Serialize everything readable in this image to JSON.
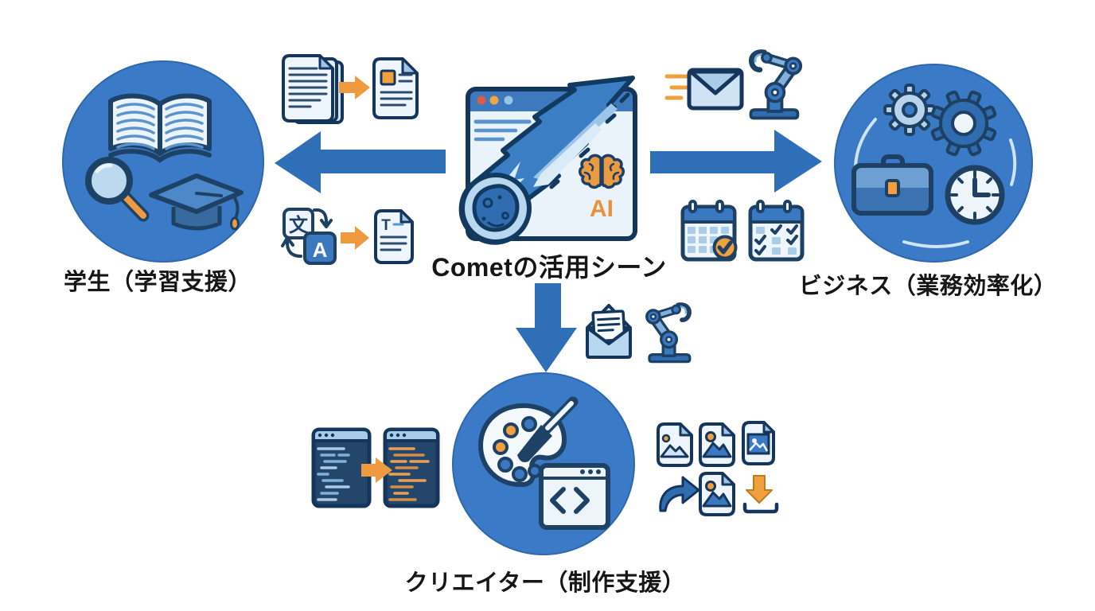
{
  "diagram": {
    "title": "Cometの活用シーン",
    "center": {
      "label": "Cometの活用シーン",
      "ai_badge": "AI",
      "icons": [
        "browser-window-icon",
        "comet-icon",
        "ai-brain-icon"
      ]
    },
    "nodes": [
      {
        "id": "students",
        "position": "left",
        "label": "学生（学習支援）",
        "icons": [
          "open-book-icon",
          "magnifying-glass-icon",
          "graduation-cap-icon"
        ]
      },
      {
        "id": "business",
        "position": "right",
        "label": "ビジネス（業務効率化）",
        "icons": [
          "small-gear-icon",
          "large-gear-icon",
          "briefcase-icon",
          "clock-icon"
        ]
      },
      {
        "id": "creators",
        "position": "bottom",
        "label": "クリエイター（制作支援）",
        "icons": [
          "paint-palette-icon",
          "paintbrush-icon",
          "code-window-icon"
        ]
      }
    ],
    "arrows": [
      {
        "direction": "left",
        "from": "center",
        "to": "students"
      },
      {
        "direction": "right",
        "from": "center",
        "to": "business"
      },
      {
        "direction": "down",
        "from": "center",
        "to": "creators"
      }
    ],
    "icon_clusters": {
      "summarize": {
        "icons": [
          "document-stack-icon",
          "orange-arrow-right-icon",
          "summary-document-icon"
        ]
      },
      "translate": {
        "source_char": "文",
        "target_char": "A",
        "result_char": "T",
        "icons": [
          "translate-icon",
          "orange-arrow-right-icon",
          "text-document-icon"
        ]
      },
      "mail_automation": {
        "icons": [
          "speed-lines-icon",
          "envelope-icon",
          "robot-arm-icon"
        ]
      },
      "scheduling": {
        "icons": [
          "calendar-check-badge-icon",
          "calendar-tasks-icon"
        ]
      },
      "mail_robot": {
        "icons": [
          "open-envelope-icon",
          "robot-arm-icon"
        ]
      },
      "code_transform": {
        "icons": [
          "code-editor-blue-icon",
          "orange-arrow-right-icon",
          "code-editor-orange-icon"
        ]
      },
      "image_workflow": {
        "icons": [
          "image-file-icon",
          "image-file-sun-icon",
          "framed-image-file-icon",
          "share-arrow-icon",
          "image-file-sun-icon",
          "download-icon"
        ]
      }
    },
    "colors": {
      "background": "#ffffff",
      "node_circle_blue": "#3a7ac6",
      "arrow_blue": "#2e6fb7",
      "outline_navy": "#1d4063",
      "pale_blue_fill": "#eaf3fa",
      "light_blue": "#a9cce9",
      "mid_blue": "#5b93cc",
      "accent_orange": "#f09a40",
      "ai_orange": "#e8913c",
      "label_text": "#161616",
      "code_editor_bg": "#24466b"
    }
  }
}
